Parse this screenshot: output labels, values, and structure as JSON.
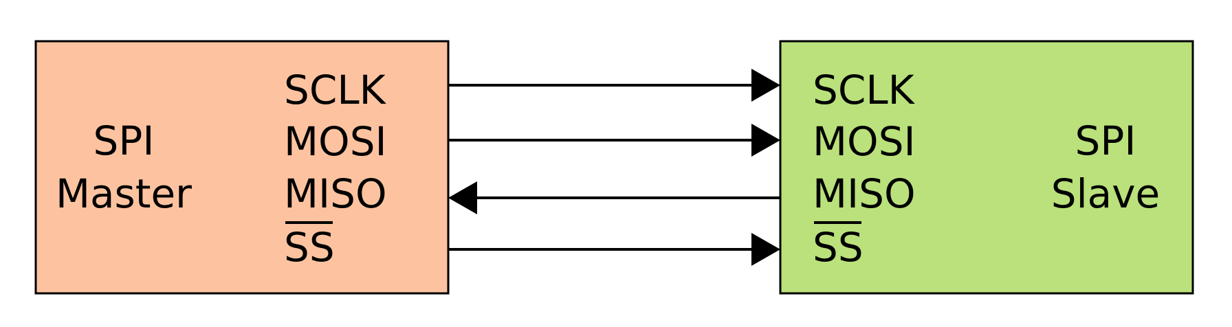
{
  "master": {
    "title_line1": "SPI",
    "title_line2": "Master",
    "fill": "#FDC3A0",
    "pins": [
      "SCLK",
      "MOSI",
      "MISO",
      "SS"
    ]
  },
  "slave": {
    "title_line1": "SPI",
    "title_line2": "Slave",
    "fill": "#BAE17B",
    "pins": [
      "SCLK",
      "MOSI",
      "MISO",
      "SS"
    ]
  },
  "signals": [
    {
      "name": "SCLK",
      "direction": "master-to-slave"
    },
    {
      "name": "MOSI",
      "direction": "master-to-slave"
    },
    {
      "name": "MISO",
      "direction": "slave-to-master"
    },
    {
      "name": "SS",
      "direction": "master-to-slave",
      "active_low": true
    }
  ],
  "colors": {
    "stroke": "#000000",
    "arrow": "#000000"
  }
}
